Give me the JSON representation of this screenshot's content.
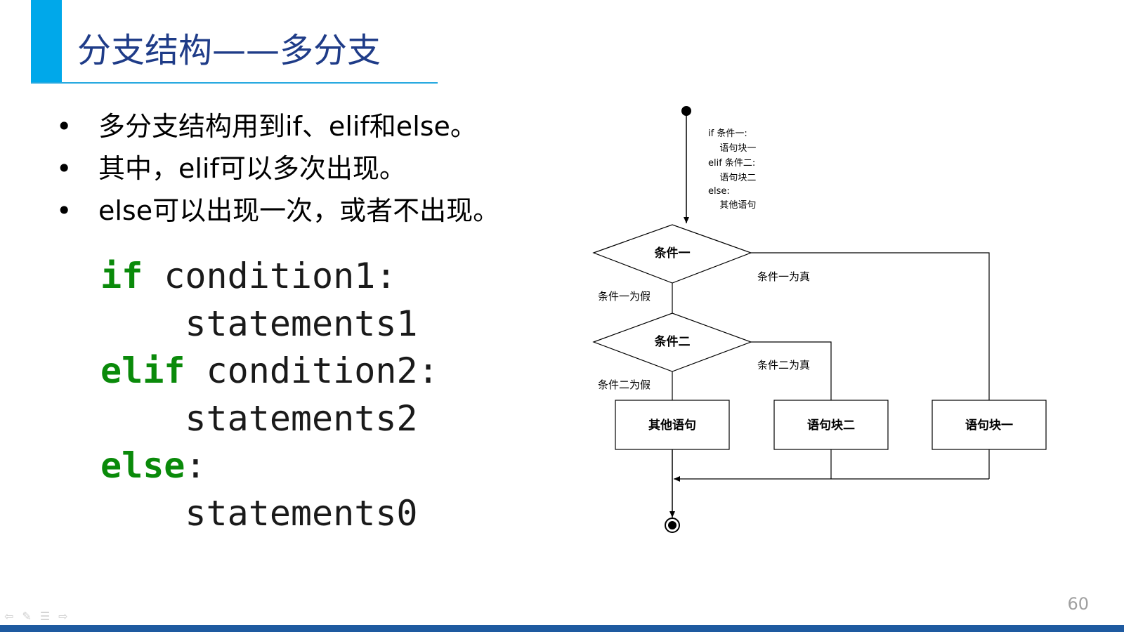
{
  "slide": {
    "title": "分支结构——多分支",
    "page_number": "60"
  },
  "bullets": [
    "多分支结构用到if、elif和else。",
    "其中，elif可以多次出现。",
    "else可以出现一次，或者不出现。"
  ],
  "code": {
    "line1_kw": "if",
    "line1_rest": " condition1:",
    "line2": "    statements1",
    "line3_kw": "elif",
    "line3_rest": " condition2:",
    "line4": "    statements2",
    "line5_kw": "else",
    "line5_rest": ":",
    "line6": "    statements0"
  },
  "flowchart": {
    "note_lines": [
      "if 条件一:",
      "   语句块一",
      "elif 条件二:",
      "   语句块二",
      "else:",
      "   其他语句"
    ],
    "decision1": "条件一",
    "decision2": "条件二",
    "edge1_true": "条件一为真",
    "edge1_false": "条件一为假",
    "edge2_true": "条件二为真",
    "edge2_false": "条件二为假",
    "box_other": "其他语句",
    "box_block2": "语句块二",
    "box_block1": "语句块一"
  },
  "nav": {
    "prev_icon": "arrow-left-icon",
    "pen_icon": "pen-icon",
    "menu_icon": "menu-icon",
    "next_icon": "arrow-right-icon",
    "prev": "⇦",
    "pen": "✎",
    "menu": "☰",
    "next": "⇨"
  },
  "colors": {
    "accent": "#00a8ea",
    "title": "#1f3c88",
    "keyword": "#0a8a0a",
    "bottom_bar": "#1e5aa0"
  }
}
